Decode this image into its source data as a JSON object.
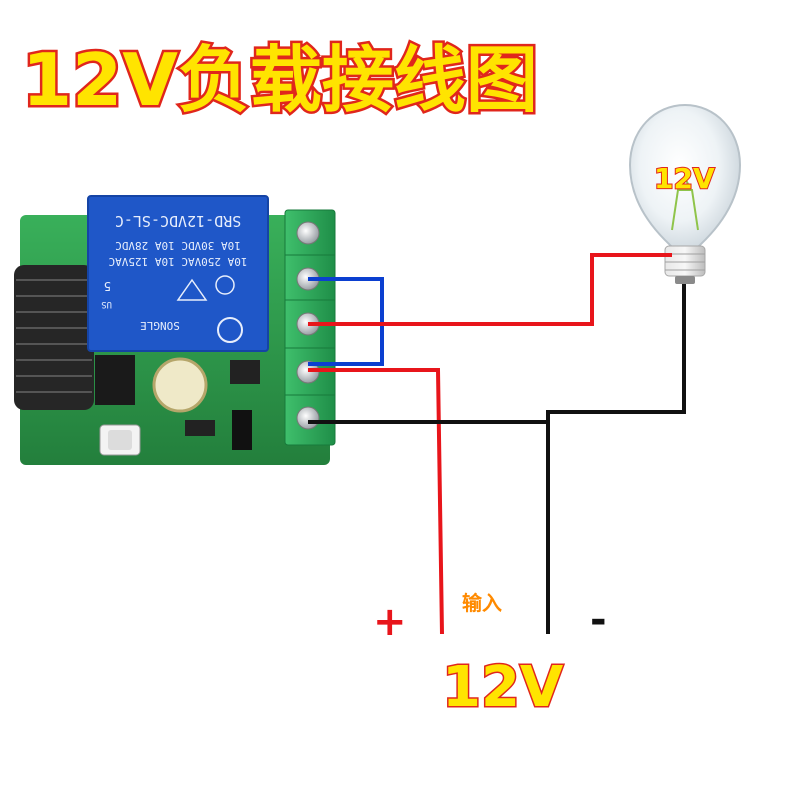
{
  "title": "12V负载接线图",
  "lamp": {
    "label": "12V"
  },
  "relay": {
    "model": "SRD-12VDC-SL-C",
    "rating_line1": "10A 30VDC 10A 28VDC",
    "rating_line2": "10A 250VAC 10A 125VAC",
    "brand": "SONGLE",
    "pin_count": "5",
    "us_mark": "US"
  },
  "power": {
    "plus": "+",
    "minus": "-",
    "input_label": "输入",
    "voltage": "12V"
  },
  "colors": {
    "title_fill": "#ffe400",
    "title_stroke": "#e0261c",
    "wire_red": "#e8151b",
    "wire_black": "#111111",
    "wire_blue": "#0b3fd0",
    "pcb": "#2b9a4a",
    "terminal": "#2aa55a",
    "relay": "#1f57c8"
  }
}
